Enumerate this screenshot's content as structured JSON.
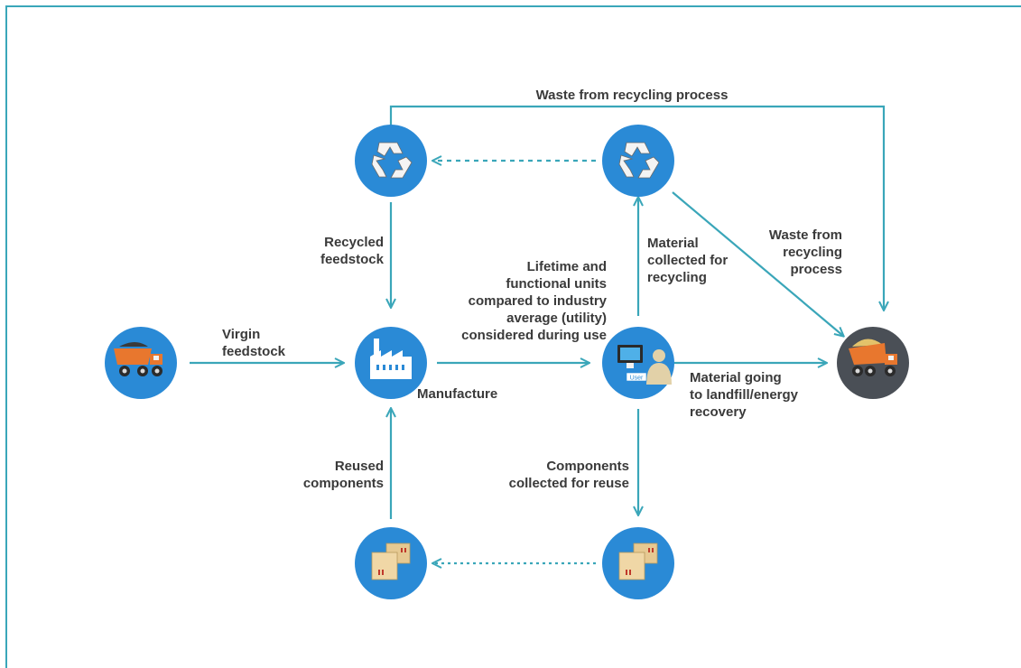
{
  "colors": {
    "frame": "#3aa6b9",
    "arrow": "#3aa6b9",
    "node": "#2a8ad6",
    "landfill_node": "#4a4f56",
    "label": "#3a3a3a"
  },
  "nodes": {
    "mine": {
      "icon": "haul-truck-icon"
    },
    "recycle_left": {
      "icon": "recycle-icon"
    },
    "recycle_right": {
      "icon": "recycle-icon"
    },
    "manufacture": {
      "icon": "factory-icon"
    },
    "use": {
      "icon": "computer-user-icon"
    },
    "landfill": {
      "icon": "dump-truck-icon"
    },
    "reuse_left": {
      "icon": "boxes-icon"
    },
    "reuse_right": {
      "icon": "boxes-icon"
    }
  },
  "labels": {
    "waste_top": "Waste from recycling process",
    "recycled_feedstock": "Recycled\nfeedstock",
    "virgin_feedstock": "Virgin\nfeedstock",
    "manufacture": "Manufacture",
    "lifetime": "Lifetime and\nfunctional units\ncompared to industry\naverage (utility)\nconsidered during use",
    "material_collected": "Material\ncollected for\nrecycling",
    "waste_diag": "Waste from\nrecycling\nprocess",
    "material_landfill": "Material going\nto landfill/energy\nrecovery",
    "reused_components": "Reused\ncomponents",
    "components_reuse": "Components\ncollected for reuse",
    "user_tag": "User"
  }
}
